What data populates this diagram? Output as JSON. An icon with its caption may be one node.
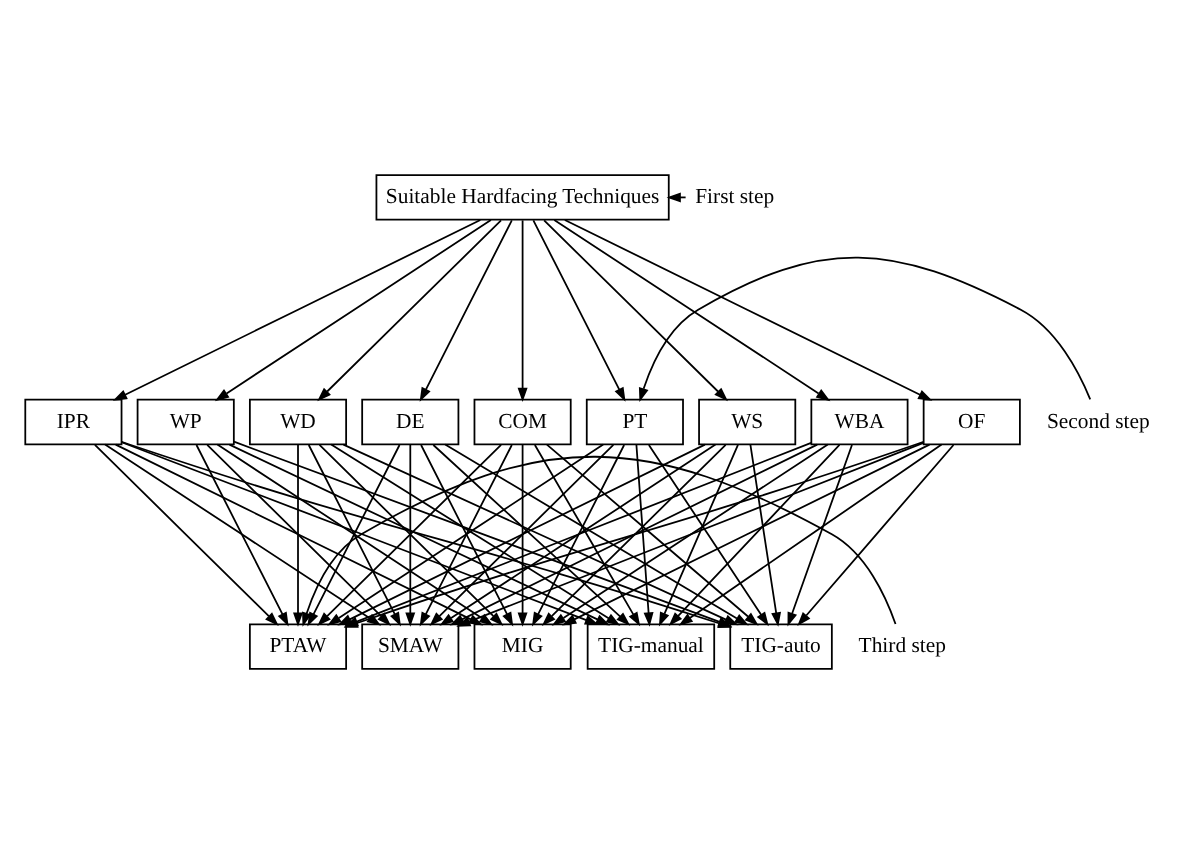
{
  "diagram": {
    "nodes": [
      {
        "text": [
          "Suitable Hardfacing Techniques"
        ]
      },
      {
        "text": [
          "WS"
        ]
      },
      {
        "text": [
          "WBA"
        ]
      },
      {
        "text": [
          "OF"
        ]
      },
      {
        "text": [
          "IPR"
        ]
      },
      {
        "text": [
          "WP"
        ]
      },
      {
        "text": [
          "WD"
        ]
      },
      {
        "text": [
          "DE"
        ]
      },
      {
        "text": [
          "COM"
        ]
      },
      {
        "text": [
          "PT"
        ]
      },
      {
        "text": [
          "SMAW"
        ]
      },
      {
        "text": [
          "MIG"
        ]
      },
      {
        "text": [
          "TIG-manual"
        ]
      },
      {
        "text": [
          "TIG-auto"
        ]
      },
      {
        "text": [
          "PTAW"
        ]
      },
      {
        "text": [
          "First step"
        ]
      },
      {
        "text": [
          "Second step"
        ]
      },
      {
        "text": [
          "Third step"
        ]
      }
    ],
    "edges": [
      {
        "from": 0,
        "to": 1,
        "arrow": "to"
      },
      {
        "from": 0,
        "to": 2,
        "arrow": "to"
      },
      {
        "from": 0,
        "to": 3,
        "arrow": "to"
      },
      {
        "from": 0,
        "to": 4,
        "arrow": "to"
      },
      {
        "from": 0,
        "to": 5,
        "arrow": "to"
      },
      {
        "from": 0,
        "to": 6,
        "arrow": "to"
      },
      {
        "from": 0,
        "to": 7,
        "arrow": "to"
      },
      {
        "from": 0,
        "to": 8,
        "arrow": "to"
      },
      {
        "from": 0,
        "to": 9,
        "arrow": "to"
      },
      {
        "from": 1,
        "to": 10,
        "arrow": "to"
      },
      {
        "from": 1,
        "to": 11,
        "arrow": "to"
      },
      {
        "from": 1,
        "to": 12,
        "arrow": "to"
      },
      {
        "from": 1,
        "to": 13,
        "arrow": "to"
      },
      {
        "from": 1,
        "to": 14,
        "arrow": "to"
      },
      {
        "from": 2,
        "to": 10,
        "arrow": "to"
      },
      {
        "from": 2,
        "to": 11,
        "arrow": "to"
      },
      {
        "from": 2,
        "to": 12,
        "arrow": "to"
      },
      {
        "from": 2,
        "to": 13,
        "arrow": "to"
      },
      {
        "from": 2,
        "to": 14,
        "arrow": "to"
      },
      {
        "from": 3,
        "to": 10,
        "arrow": "to"
      },
      {
        "from": 3,
        "to": 11,
        "arrow": "to"
      },
      {
        "from": 3,
        "to": 12,
        "arrow": "to"
      },
      {
        "from": 3,
        "to": 13,
        "arrow": "to"
      },
      {
        "from": 3,
        "to": 14,
        "arrow": "to"
      },
      {
        "from": 4,
        "to": 10,
        "arrow": "to"
      },
      {
        "from": 4,
        "to": 11,
        "arrow": "to"
      },
      {
        "from": 4,
        "to": 12,
        "arrow": "to"
      },
      {
        "from": 4,
        "to": 13,
        "arrow": "to"
      },
      {
        "from": 4,
        "to": 14,
        "arrow": "to"
      },
      {
        "from": 5,
        "to": 10,
        "arrow": "to"
      },
      {
        "from": 5,
        "to": 11,
        "arrow": "to"
      },
      {
        "from": 5,
        "to": 12,
        "arrow": "to"
      },
      {
        "from": 5,
        "to": 13,
        "arrow": "to"
      },
      {
        "from": 5,
        "to": 14,
        "arrow": "to"
      },
      {
        "from": 6,
        "to": 10,
        "arrow": "to"
      },
      {
        "from": 6,
        "to": 11,
        "arrow": "to"
      },
      {
        "from": 6,
        "to": 12,
        "arrow": "to"
      },
      {
        "from": 6,
        "to": 13,
        "arrow": "to"
      },
      {
        "from": 6,
        "to": 14,
        "arrow": "to"
      },
      {
        "from": 7,
        "to": 10,
        "arrow": "to"
      },
      {
        "from": 7,
        "to": 11,
        "arrow": "to"
      },
      {
        "from": 7,
        "to": 12,
        "arrow": "to"
      },
      {
        "from": 7,
        "to": 13,
        "arrow": "to"
      },
      {
        "from": 7,
        "to": 14,
        "arrow": "to"
      },
      {
        "from": 8,
        "to": 10,
        "arrow": "to"
      },
      {
        "from": 8,
        "to": 11,
        "arrow": "to"
      },
      {
        "from": 8,
        "to": 12,
        "arrow": "to"
      },
      {
        "from": 8,
        "to": 13,
        "arrow": "to"
      },
      {
        "from": 8,
        "to": 14,
        "arrow": "to"
      },
      {
        "from": 9,
        "to": 10,
        "arrow": "to"
      },
      {
        "from": 9,
        "to": 11,
        "arrow": "to"
      },
      {
        "from": 9,
        "to": 12,
        "arrow": "to"
      },
      {
        "from": 9,
        "to": 13,
        "arrow": "to"
      },
      {
        "from": 9,
        "to": 14,
        "arrow": "to"
      },
      {
        "from": 15,
        "to": 0,
        "arrow": "to"
      },
      {
        "from": 16,
        "to": 9,
        "arrow": "to"
      },
      {
        "from": 17,
        "to": 14,
        "arrow": "to"
      }
    ]
  }
}
